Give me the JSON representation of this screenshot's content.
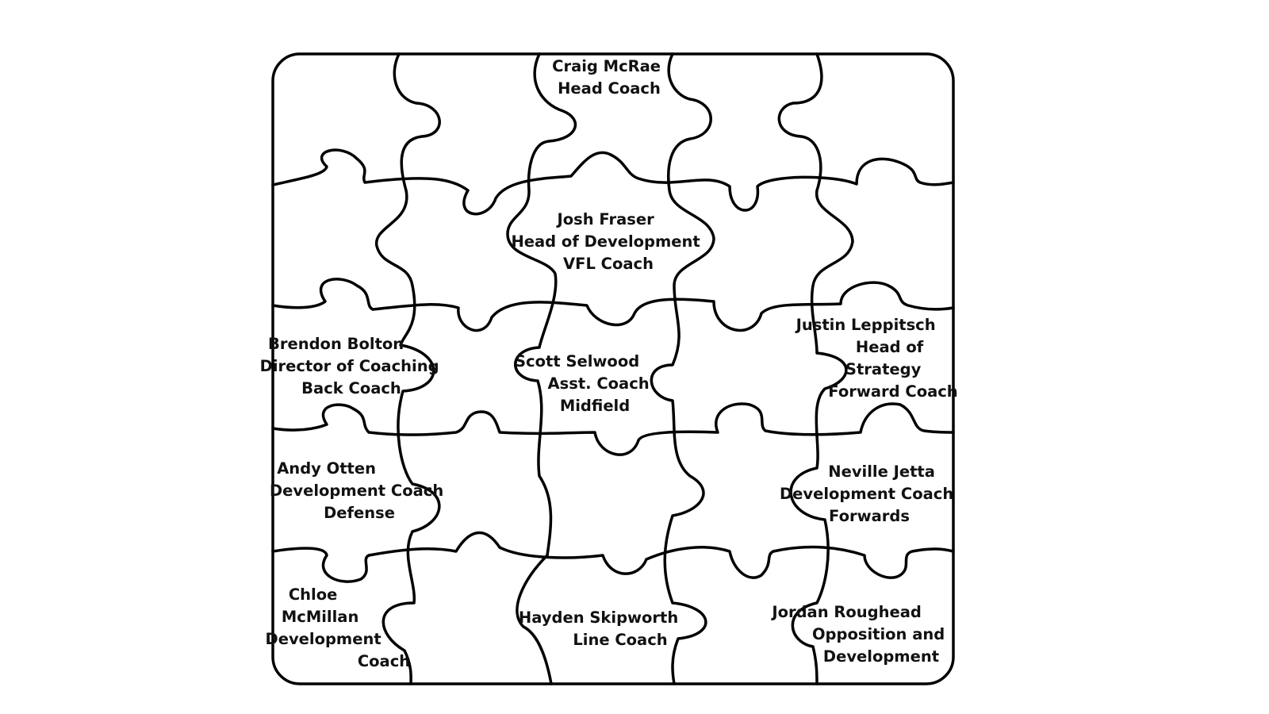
{
  "colors": {
    "background": "#ffffff",
    "stroke": "#000000",
    "text": "#111111"
  },
  "pieces": [
    {
      "id": "craig-mcrae",
      "lines": [
        "Craig McRae",
        "Head Coach"
      ]
    },
    {
      "id": "josh-fraser",
      "lines": [
        "Josh Fraser",
        "Head of Development",
        "VFL Coach"
      ]
    },
    {
      "id": "brendon-bolton",
      "lines": [
        "Brendon Bolton",
        "Director of Coaching",
        "Back Coach"
      ]
    },
    {
      "id": "scott-selwood",
      "lines": [
        "Scott Selwood",
        "Asst. Coach",
        "Midfield"
      ]
    },
    {
      "id": "justin-leppitsch",
      "lines": [
        "Justin Leppitsch",
        "Head of",
        "Strategy",
        "Forward Coach"
      ]
    },
    {
      "id": "andy-otten",
      "lines": [
        "Andy Otten",
        "Development Coach",
        "Defense"
      ]
    },
    {
      "id": "neville-jetta",
      "lines": [
        "Neville Jetta",
        "Development Coach",
        "Forwards"
      ]
    },
    {
      "id": "chloe-mcmillan",
      "lines": [
        "Chloe",
        "McMillan",
        "Development",
        "Coach"
      ]
    },
    {
      "id": "hayden-skipworth",
      "lines": [
        "Hayden Skipworth",
        "Line Coach"
      ]
    },
    {
      "id": "jordan-roughead",
      "lines": [
        "Jordan Roughead",
        "Opposition and",
        "Development"
      ]
    }
  ]
}
